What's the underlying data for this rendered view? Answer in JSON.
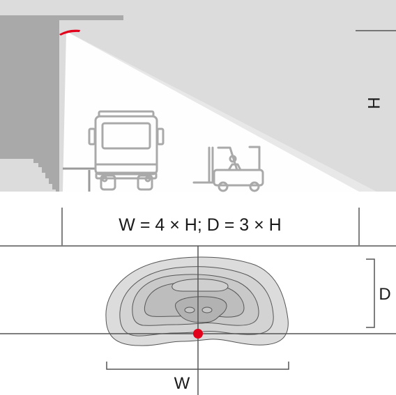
{
  "labels": {
    "formula": "W = 4 × H; D = 3 × H",
    "height": "H",
    "width": "W",
    "depth": "D"
  },
  "colors": {
    "background_wall": "#dcdcdc",
    "building": "#a9a9a9",
    "light_beam": "#ffffff",
    "fixture": "#e3001b",
    "center_dot": "#e3001b",
    "lines": "#555555",
    "pattern_outer": "#dcdcdc",
    "pattern_mid": "#d2d2d2",
    "pattern_inner": "#c6c6c6",
    "pattern_core": "#b6b6b6"
  }
}
